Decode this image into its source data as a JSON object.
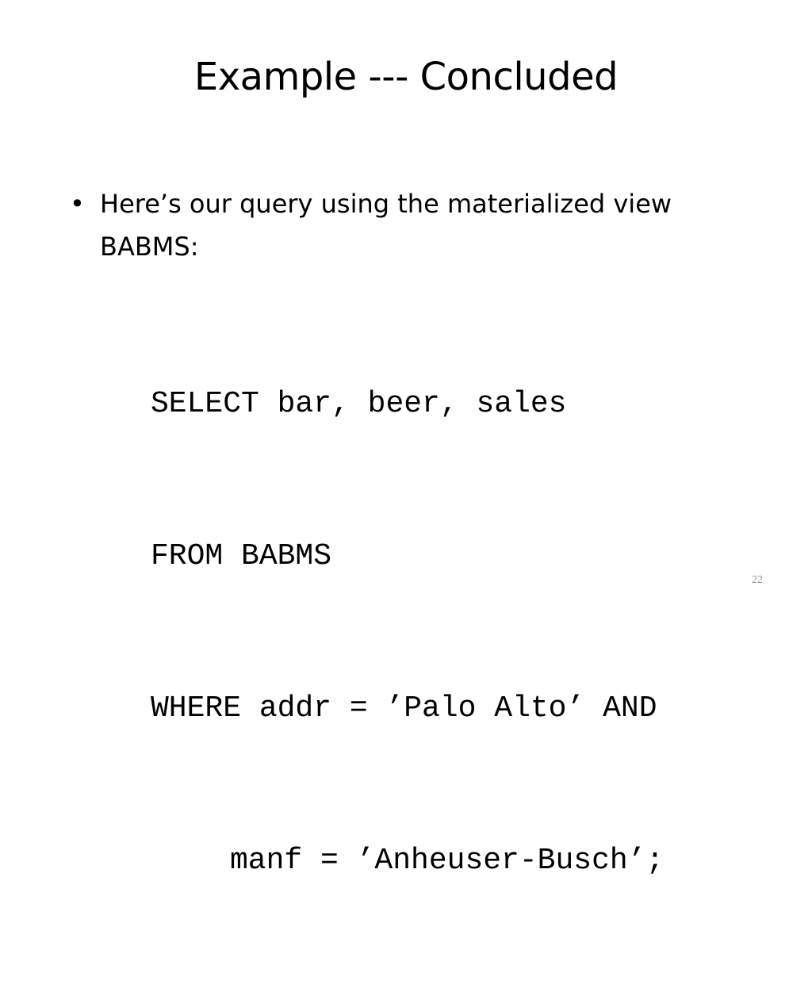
{
  "slide": {
    "title": "Example --- Concluded",
    "bullet_symbol": "•",
    "bullet_text": "Here’s our query using the materialized view BABMS:",
    "code_lines": [
      "SELECT bar, beer, sales",
      "FROM BABMS",
      "WHERE addr = ’Palo Alto’ AND",
      "manf = ’Anheuser-Busch’;"
    ],
    "slide_number": "22"
  }
}
